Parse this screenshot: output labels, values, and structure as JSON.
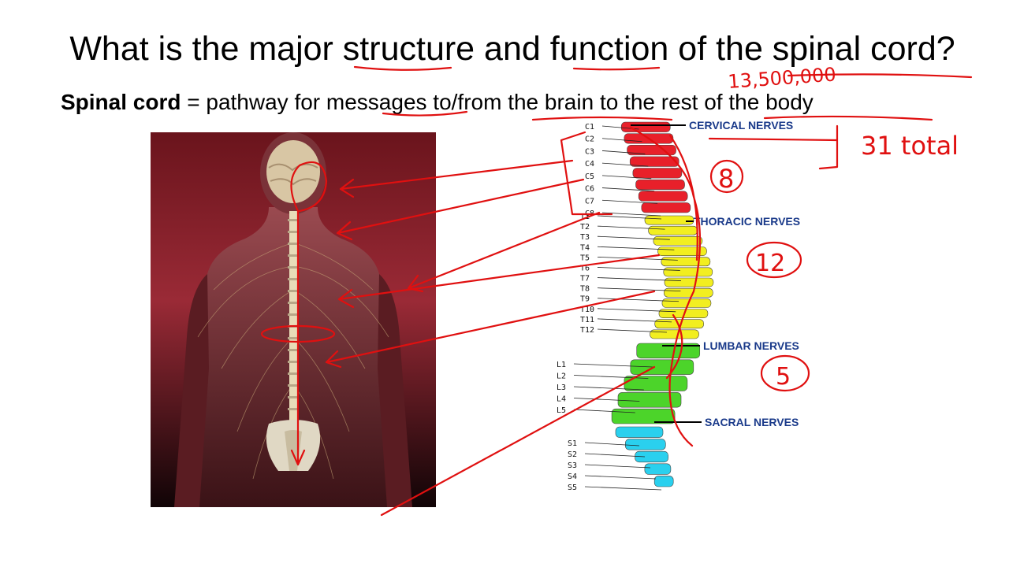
{
  "slide": {
    "title": "What is the major structure and function of the spinal cord?",
    "subtitle_bold": "Spinal cord",
    "subtitle_rest": " = pathway for messages to/from the brain to the rest of the body"
  },
  "spine": {
    "cervical_labels": [
      "C1",
      "C2",
      "C3",
      "C4",
      "C5",
      "C6",
      "C7",
      "C8"
    ],
    "thoracic_labels": [
      "T1",
      "T2",
      "T3",
      "T4",
      "T5",
      "T6",
      "T7",
      "T8",
      "T9",
      "T10",
      "T11",
      "T12"
    ],
    "lumbar_labels": [
      "L1",
      "L2",
      "L3",
      "L4",
      "L5"
    ],
    "sacral_labels": [
      "S1",
      "S2",
      "S3",
      "S4",
      "S5"
    ],
    "nerve_groups": {
      "cervical": "CERVICAL NERVES",
      "thoracic": "THORACIC NERVES",
      "lumbar": "LUMBAR NERVES",
      "sacral": "SACRAL NERVES"
    },
    "colors": {
      "cervical": "#e8202a",
      "thoracic": "#f2ee20",
      "lumbar": "#4cd42a",
      "sacral": "#2ad0ee"
    }
  },
  "annotations": {
    "neuron_count": "13,500,000",
    "total_nerves": "31 total",
    "cervical_count": "8",
    "thoracic_count": "12",
    "lumbar_count": "5"
  }
}
